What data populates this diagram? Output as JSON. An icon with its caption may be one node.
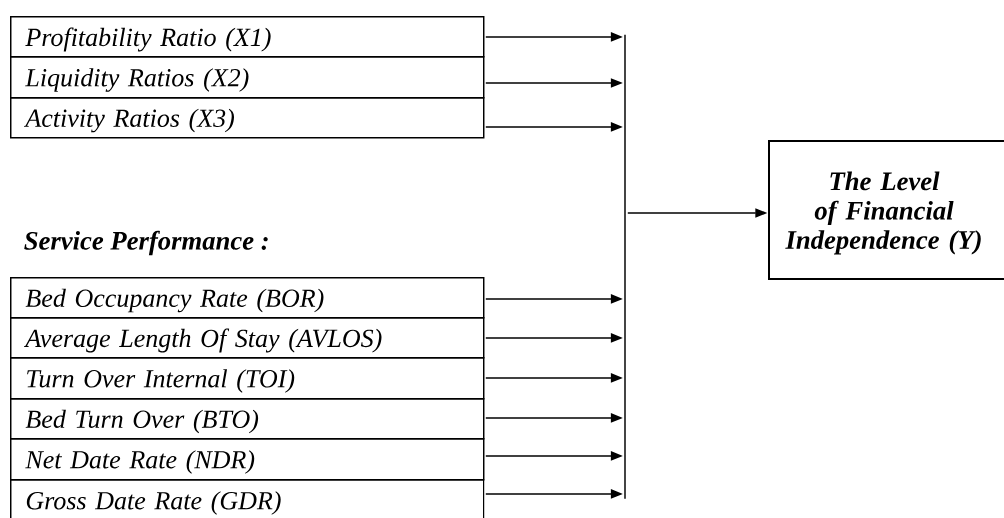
{
  "diagram": {
    "nodes": [
      {
        "text": [
          "Profitability Ratio (X1)"
        ]
      },
      {
        "text": [
          "Liquidity Ratios (X2)"
        ]
      },
      {
        "text": [
          "Activity Ratios (X3)"
        ]
      },
      {
        "text": [],
        "shape": "bar"
      },
      {
        "text": [
          "The Level of Financial Independence (Y)"
        ]
      },
      {
        "text": [
          "Bed Occupancy Rate (BOR)"
        ]
      },
      {
        "text": [
          "Average Length Of Stay (AVLOS)"
        ]
      },
      {
        "text": [
          "Turn Over Internal (TOI)"
        ]
      },
      {
        "text": [
          "Bed Turn Over (BTO)"
        ]
      },
      {
        "text": [
          "Net Date Rate (NDR)"
        ]
      },
      {
        "text": [
          "Gross Date Rate (GDR)"
        ]
      }
    ],
    "edges": [
      {
        "from": 0,
        "to": 3,
        "arrow": "to"
      },
      {
        "from": 1,
        "to": 3,
        "arrow": "to"
      },
      {
        "from": 2,
        "to": 3,
        "arrow": "to"
      },
      {
        "from": 5,
        "to": 3,
        "arrow": "to"
      },
      {
        "from": 6,
        "to": 3,
        "arrow": "to"
      },
      {
        "from": 7,
        "to": 3,
        "arrow": "to"
      },
      {
        "from": 8,
        "to": 3,
        "arrow": "to"
      },
      {
        "from": 9,
        "to": 3,
        "arrow": "to"
      },
      {
        "from": 10,
        "to": 3,
        "arrow": "to"
      },
      {
        "from": 3,
        "to": 4,
        "arrow": "to"
      }
    ],
    "labels": [
      "Service Performance :"
    ]
  }
}
